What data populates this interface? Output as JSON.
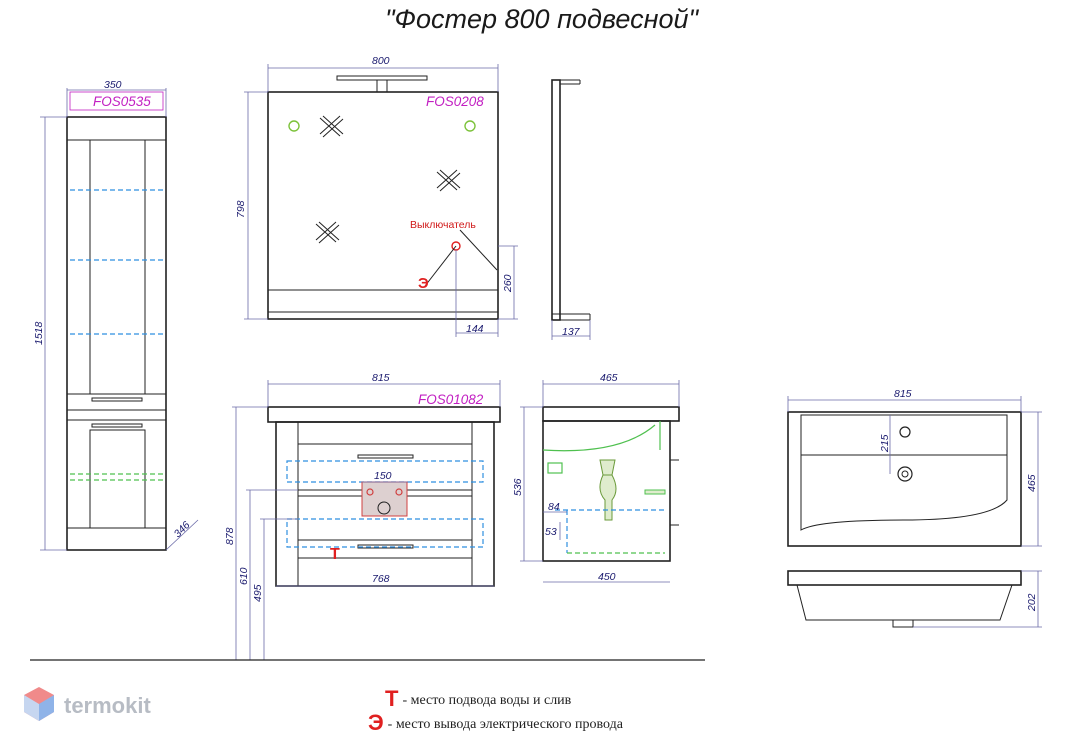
{
  "title": "\"Фостер 800 подвесной\"",
  "codes": {
    "column": "FOS0535",
    "mirror": "FOS0208",
    "vanity": "FOS01082"
  },
  "dimensions": {
    "col_width": "350",
    "col_height": "1518",
    "col_depth": "346",
    "mirror_width": "800",
    "mirror_height": "798",
    "mirror_switch_h": "260",
    "mirror_switch_w": "144",
    "mirror_depth": "137",
    "vanity_top": "815",
    "vanity_inner": "768",
    "vanity_h_total": "878",
    "vanity_h_610": "610",
    "vanity_h_495": "495",
    "vanity_pipe_w": "150",
    "side_top": "465",
    "side_bottom": "450",
    "side_height": "536",
    "side_84": "84",
    "side_53": "53",
    "sink_width": "815",
    "sink_depth": "465",
    "sink_hole": "215",
    "sink_height": "202"
  },
  "labels": {
    "switch": "Выключатель",
    "water_marker": "Т",
    "electric_marker": "Э"
  },
  "legend": {
    "water_symbol": "Т",
    "water_text": "- место подвода воды и слив",
    "electric_symbol": "Э",
    "electric_text": "- место вывода электрического провода"
  },
  "logo": {
    "text": "termokit",
    "icon": "hexagon-cube-icon"
  },
  "colors": {
    "dimension_text": "#1a1a6e",
    "product_code": "#c21fc2",
    "marker_red": "#e02020",
    "dash_blue": "#2f8fe0",
    "dash_green": "#4fc04f"
  }
}
